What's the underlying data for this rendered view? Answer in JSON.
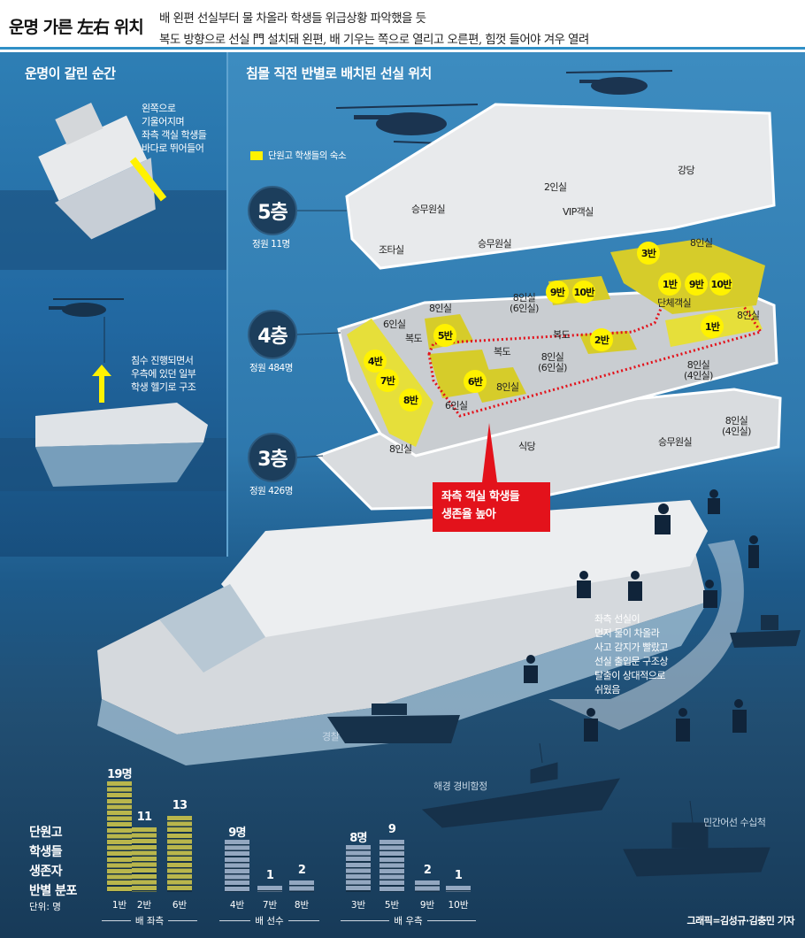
{
  "header": {
    "title": "운명 가른 左右 위치",
    "subtitle_1": "배 왼편 선실부터 물 차올라  학생들 위급상황 파악했을 듯",
    "subtitle_2": "복도 방향으로 선실 門 설치돼  왼편, 배 기우는 쪽으로 열리고  오른편, 힘껏 들어야 겨우 열려"
  },
  "left_panel": {
    "title": "운명이 갈린 순간",
    "note_1": [
      "왼쪽으로",
      "기울어지며",
      "좌측 객실 학생들",
      "바다로 뛰어들어"
    ],
    "note_2": [
      "침수 진행되면서",
      "우측에 있던 일부",
      "학생 헬기로 구조"
    ]
  },
  "main": {
    "title": "침몰 직전 반별로 배치된 선실 위치",
    "legend": "단원고 학생들의 숙소",
    "floors": [
      {
        "name": "5층",
        "capacity": "정원 11명"
      },
      {
        "name": "4층",
        "capacity": "정원 484명"
      },
      {
        "name": "3층",
        "capacity": "정원 426명"
      }
    ],
    "rooms": {
      "hall": "강당",
      "two": "2인실",
      "vip": "VIP객실",
      "crew1": "승무원실",
      "crew2": "승무원실",
      "bridge": "조타실",
      "eight_a": "8인실",
      "group": "단체객실",
      "eight_six_a": "8인실\n(6인실)",
      "eight_b": "8인실",
      "six_a": "6인실",
      "corridor_a": "복도",
      "corridor_b": "복도",
      "eight_c": "8인실",
      "corridor_c": "복도",
      "eight_six_b": "8인실\n(6인실)",
      "eight_d": "8인실",
      "six_b": "6인실",
      "eight_four_a": "8인실\n(4인실)",
      "eight_four_b": "8인실\n(4인실)",
      "eight_e": "8인실",
      "dining": "식당",
      "crew3": "승무원실"
    },
    "classes": {
      "c3": "3반",
      "c1a": "1반",
      "c9a": "9반",
      "c10a": "10반",
      "c9b": "9반",
      "c10b": "10반",
      "c5": "5반",
      "c2": "2반",
      "c1b": "1반",
      "c4": "4반",
      "c7": "7반",
      "c8": "8반",
      "c6": "6반"
    },
    "callout": [
      "좌측 객실 학생들",
      "생존율 높아"
    ],
    "right_note": [
      "좌측 선실이",
      "먼저 물이 차올라",
      "사고 감지가 빨랐고",
      "선실 출입문 구조상",
      "탈출이 상대적으로",
      "쉬웠음"
    ],
    "boats": {
      "police": "경찰",
      "coast_guard": "해경 경비함정",
      "civilian": "민간어선 수십척"
    }
  },
  "colors": {
    "student_room": "#fff200",
    "left_bar": "#b9b64c",
    "other_bar": "#93a7c0",
    "callout": "#e3121b"
  },
  "chart_data": {
    "type": "bar",
    "title": [
      "단원고",
      "학생들",
      "생존자",
      "반별 분포"
    ],
    "unit": "단위: 명",
    "groups": [
      {
        "name": "배 좌측",
        "categories": [
          "1반",
          "2반",
          "6반"
        ],
        "values": [
          19,
          11,
          13
        ],
        "labels": [
          "19명",
          "11",
          "13"
        ]
      },
      {
        "name": "배 선수",
        "categories": [
          "4반",
          "7반",
          "8반"
        ],
        "values": [
          9,
          1,
          2
        ],
        "labels": [
          "9명",
          "1",
          "2"
        ]
      },
      {
        "name": "배 우측",
        "categories": [
          "3반",
          "5반",
          "9반",
          "10반"
        ],
        "values": [
          8,
          9,
          2,
          1
        ],
        "labels": [
          "8명",
          "9",
          "2",
          "1"
        ]
      }
    ],
    "ylim": [
      0,
      19
    ]
  },
  "credit": "그래픽=김성규·김충민 기자"
}
